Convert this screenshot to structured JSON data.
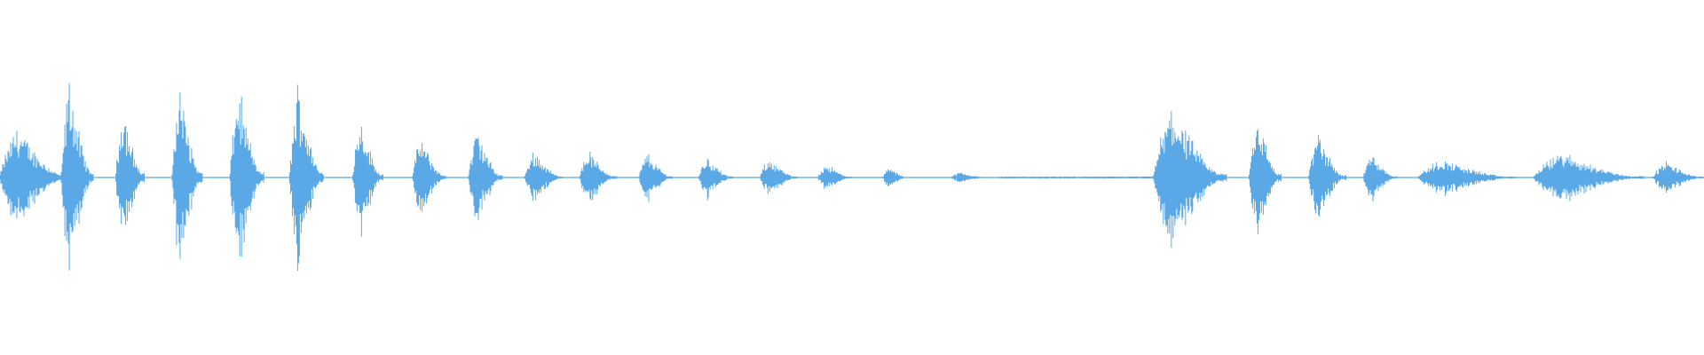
{
  "waveform": {
    "color": "#5aa9e6",
    "background": "#ffffff",
    "description_kind": "audio-waveform",
    "segments": [
      {
        "start": 0.0,
        "end": 0.04,
        "peak": 0.28,
        "shape": "burst"
      },
      {
        "start": 0.036,
        "end": 0.055,
        "peak": 0.54,
        "shape": "burst"
      },
      {
        "start": 0.068,
        "end": 0.085,
        "peak": 0.4,
        "shape": "burst"
      },
      {
        "start": 0.101,
        "end": 0.119,
        "peak": 0.52,
        "shape": "burst"
      },
      {
        "start": 0.135,
        "end": 0.155,
        "peak": 0.5,
        "shape": "burst"
      },
      {
        "start": 0.17,
        "end": 0.19,
        "peak": 0.52,
        "shape": "burst"
      },
      {
        "start": 0.207,
        "end": 0.225,
        "peak": 0.35,
        "shape": "burst"
      },
      {
        "start": 0.242,
        "end": 0.262,
        "peak": 0.22,
        "shape": "burst"
      },
      {
        "start": 0.275,
        "end": 0.295,
        "peak": 0.27,
        "shape": "burst"
      },
      {
        "start": 0.308,
        "end": 0.33,
        "peak": 0.15,
        "shape": "burst"
      },
      {
        "start": 0.34,
        "end": 0.362,
        "peak": 0.15,
        "shape": "burst"
      },
      {
        "start": 0.375,
        "end": 0.395,
        "peak": 0.14,
        "shape": "burst"
      },
      {
        "start": 0.41,
        "end": 0.43,
        "peak": 0.12,
        "shape": "burst"
      },
      {
        "start": 0.446,
        "end": 0.468,
        "peak": 0.11,
        "shape": "burst"
      },
      {
        "start": 0.48,
        "end": 0.5,
        "peak": 0.08,
        "shape": "burst"
      },
      {
        "start": 0.518,
        "end": 0.533,
        "peak": 0.06,
        "shape": "burst"
      },
      {
        "start": 0.558,
        "end": 0.58,
        "peak": 0.03,
        "shape": "burst"
      },
      {
        "start": 0.587,
        "end": 0.677,
        "peak": 0.006,
        "shape": "flat"
      },
      {
        "start": 0.677,
        "end": 0.72,
        "peak": 0.4,
        "shape": "burst"
      },
      {
        "start": 0.733,
        "end": 0.752,
        "peak": 0.36,
        "shape": "burst"
      },
      {
        "start": 0.768,
        "end": 0.79,
        "peak": 0.25,
        "shape": "burst"
      },
      {
        "start": 0.8,
        "end": 0.82,
        "peak": 0.14,
        "shape": "burst"
      },
      {
        "start": 0.832,
        "end": 0.89,
        "peak": 0.1,
        "shape": "burst"
      },
      {
        "start": 0.9,
        "end": 0.965,
        "peak": 0.14,
        "shape": "burst"
      },
      {
        "start": 0.97,
        "end": 1.0,
        "peak": 0.09,
        "shape": "burst"
      }
    ]
  }
}
